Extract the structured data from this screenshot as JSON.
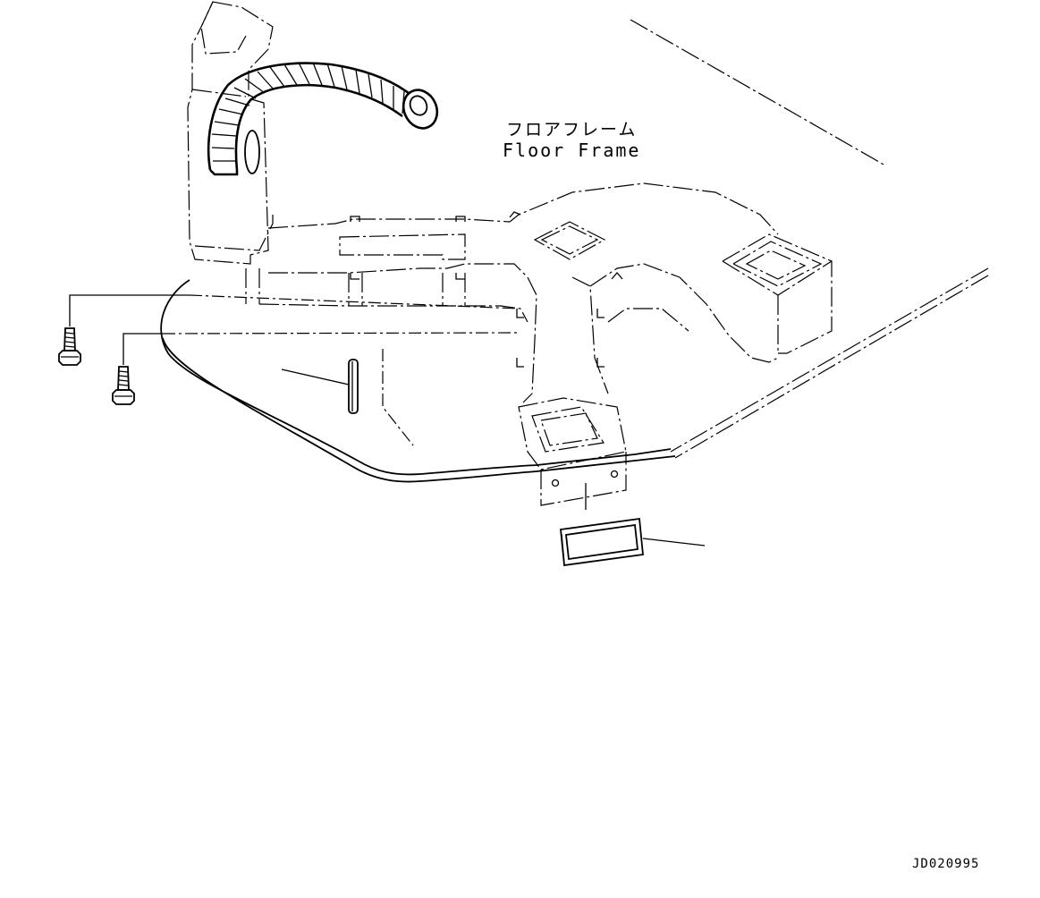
{
  "labels": {
    "floor_frame_jp": "フロアフレーム",
    "floor_frame_en": "Floor Frame",
    "drawing_code": "JD020995"
  },
  "colors": {
    "background": "#ffffff",
    "line": "#000000"
  }
}
